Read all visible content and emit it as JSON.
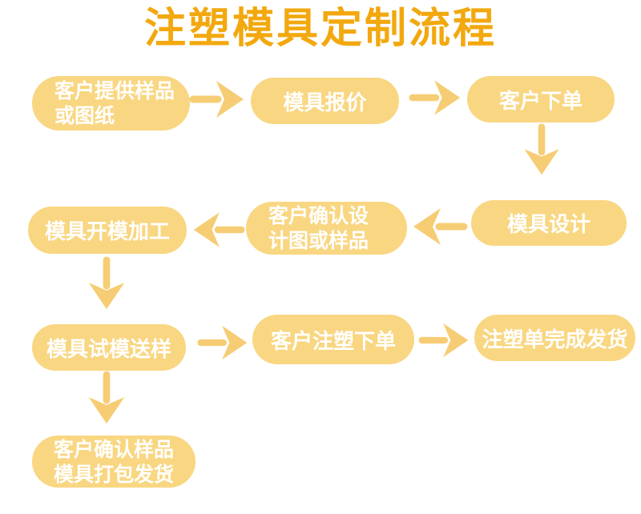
{
  "colors": {
    "background": "#FFFFFF",
    "title_color": "#F2A80E",
    "pill_fill": "#F9D681",
    "arrow_color": "#F6CD74",
    "pill_text": "#FFFFFF"
  },
  "title": {
    "text": "注塑模具定制流程"
  },
  "steps": [
    {
      "id": "step-1",
      "label": "客户提供样品或图纸",
      "lines": [
        "客户提供样品",
        "或图纸"
      ]
    },
    {
      "id": "step-2",
      "label": "模具报价",
      "lines": [
        "模具报价"
      ]
    },
    {
      "id": "step-3",
      "label": "客户下单",
      "lines": [
        "客户下单"
      ]
    },
    {
      "id": "step-4",
      "label": "模具设计",
      "lines": [
        "模具设计"
      ]
    },
    {
      "id": "step-5",
      "label": "客户确认设计图或样品",
      "lines": [
        "客户确认设",
        "计图或样品"
      ]
    },
    {
      "id": "step-6",
      "label": "模具开模加工",
      "lines": [
        "模具开模加工"
      ]
    },
    {
      "id": "step-7",
      "label": "模具试模送样",
      "lines": [
        "模具试模送样"
      ]
    },
    {
      "id": "step-8",
      "label": "客户注塑下单",
      "lines": [
        "客户注塑下单"
      ]
    },
    {
      "id": "step-9",
      "label": "注塑单完成发货",
      "lines": [
        "注塑单完成发货"
      ]
    },
    {
      "id": "step-10",
      "label": "客户确认样品模具打包发货",
      "lines": [
        "客户确认样品",
        "模具打包发货"
      ]
    }
  ],
  "arrows": [
    {
      "from": "客户提供样品或图纸",
      "to": "模具报价",
      "direction": "right"
    },
    {
      "from": "模具报价",
      "to": "客户下单",
      "direction": "right"
    },
    {
      "from": "客户下单",
      "to": "模具设计",
      "direction": "down"
    },
    {
      "from": "模具设计",
      "to": "客户确认设计图或样品",
      "direction": "left"
    },
    {
      "from": "客户确认设计图或样品",
      "to": "模具开模加工",
      "direction": "left"
    },
    {
      "from": "模具开模加工",
      "to": "模具试模送样",
      "direction": "down"
    },
    {
      "from": "模具试模送样",
      "to": "客户注塑下单",
      "direction": "right"
    },
    {
      "from": "客户注塑下单",
      "to": "注塑单完成发货",
      "direction": "right"
    },
    {
      "from": "模具试模送样",
      "to": "客户确认样品模具打包发货",
      "direction": "down"
    }
  ]
}
